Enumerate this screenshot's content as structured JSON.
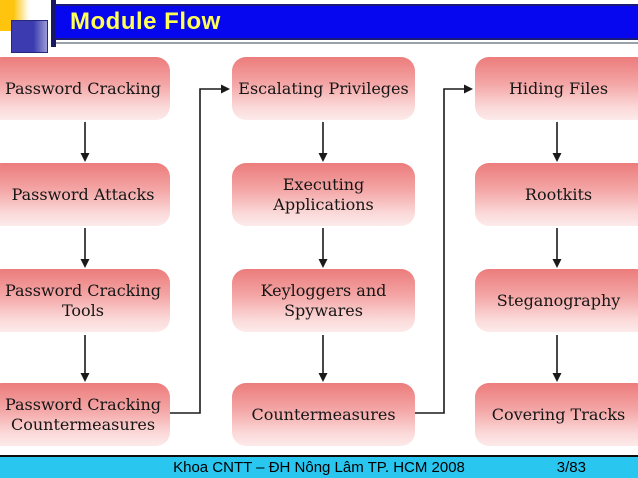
{
  "slide": {
    "title": "Module Flow",
    "footer": {
      "text": "Khoa CNTT – ĐH Nông Lâm TP. HCM 2008",
      "page": "3/83"
    }
  },
  "diagram": {
    "columns": [
      {
        "name": "password-cracking-flow",
        "boxes": [
          "Password Cracking",
          "Password Attacks",
          "Password Cracking Tools",
          "Password Cracking Countermeasures"
        ]
      },
      {
        "name": "system-attack-flow",
        "boxes": [
          "Escalating Privileges",
          "Executing Applications",
          "Keyloggers and Spywares",
          "Countermeasures"
        ]
      },
      {
        "name": "hiding-flow",
        "boxes": [
          "Hiding Files",
          "Rootkits",
          "Steganography",
          "Covering Tracks"
        ]
      }
    ]
  },
  "colors": {
    "title_bar_blue": "#0707EF",
    "title_text_yellow": "#FFFF55",
    "accent_gold": "#FFC40D",
    "deco_blue": "#3C3CB0",
    "box_gradient_top": "#EC7C7C",
    "box_gradient_bottom": "#FDEAEA",
    "footer_cyan": "#29C6F0",
    "connector_black": "#1A1A1A"
  }
}
